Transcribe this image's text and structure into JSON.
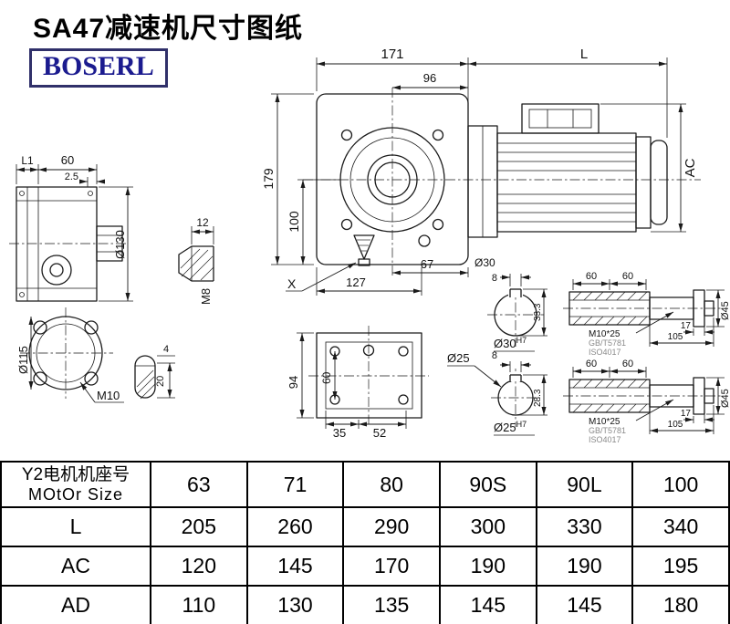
{
  "title": "SA47减速机尺寸图纸",
  "logo": "BOSERL",
  "colors": {
    "logo_text": "#1b1b8f",
    "line": "#1a1a1a",
    "standard_note": "#8a8a8a"
  },
  "front_view": {
    "dim_width": "171",
    "dim_motor_length": "L",
    "dim_96": "96",
    "dim_height": "179",
    "dim_center_height": "100",
    "dim_motor_dia": "AC",
    "dim_67": "67",
    "dim_bore": "Ø30",
    "dim_127": "127",
    "label_x": "X"
  },
  "side_view": {
    "dim_l1": "L1",
    "dim_60": "60",
    "dim_2_5": "2.5",
    "dia": "Ø130"
  },
  "input_shaft": {
    "dim_12": "12",
    "thread": "M8"
  },
  "flange_view": {
    "dia": "Ø115",
    "thread": "M10"
  },
  "key_detail": {
    "dim_4": "4",
    "dim_20": "20"
  },
  "bottom_view": {
    "dim_94": "94",
    "dim_60": "60",
    "dim_35": "35",
    "dim_52": "52"
  },
  "bore_30": {
    "dim_8": "8",
    "dim_33_3": "33.3",
    "dia": "Ø30",
    "tol": "H7"
  },
  "bore_25": {
    "label": "Ø25",
    "dim_8": "8",
    "dim_28_3": "28.3",
    "dia": "Ø25",
    "tol": "H7"
  },
  "shaft_detail_top": {
    "dim_60a": "60",
    "dim_60b": "60",
    "bolt": "M10*25",
    "std_gb": "GB/T5781",
    "std_iso": "ISO4017",
    "dim_17": "17",
    "dim_105": "105",
    "dia": "Ø45"
  },
  "shaft_detail_bottom": {
    "dim_60a": "60",
    "dim_60b": "60",
    "bolt": "M10*25",
    "std_gb": "GB/T5781",
    "std_iso": "ISO4017",
    "dim_17": "17",
    "dim_105": "105",
    "dia": "Ø45"
  },
  "table": {
    "header": {
      "line1": "Y2电机机座号",
      "line2": "MOtOr Size"
    },
    "sizes": [
      "63",
      "71",
      "80",
      "90S",
      "90L",
      "100"
    ],
    "rows": [
      {
        "label": "L",
        "values": [
          "205",
          "260",
          "290",
          "300",
          "330",
          "340"
        ]
      },
      {
        "label": "AC",
        "values": [
          "120",
          "145",
          "170",
          "190",
          "190",
          "195"
        ]
      },
      {
        "label": "AD",
        "values": [
          "110",
          "130",
          "135",
          "145",
          "145",
          "180"
        ]
      }
    ]
  }
}
